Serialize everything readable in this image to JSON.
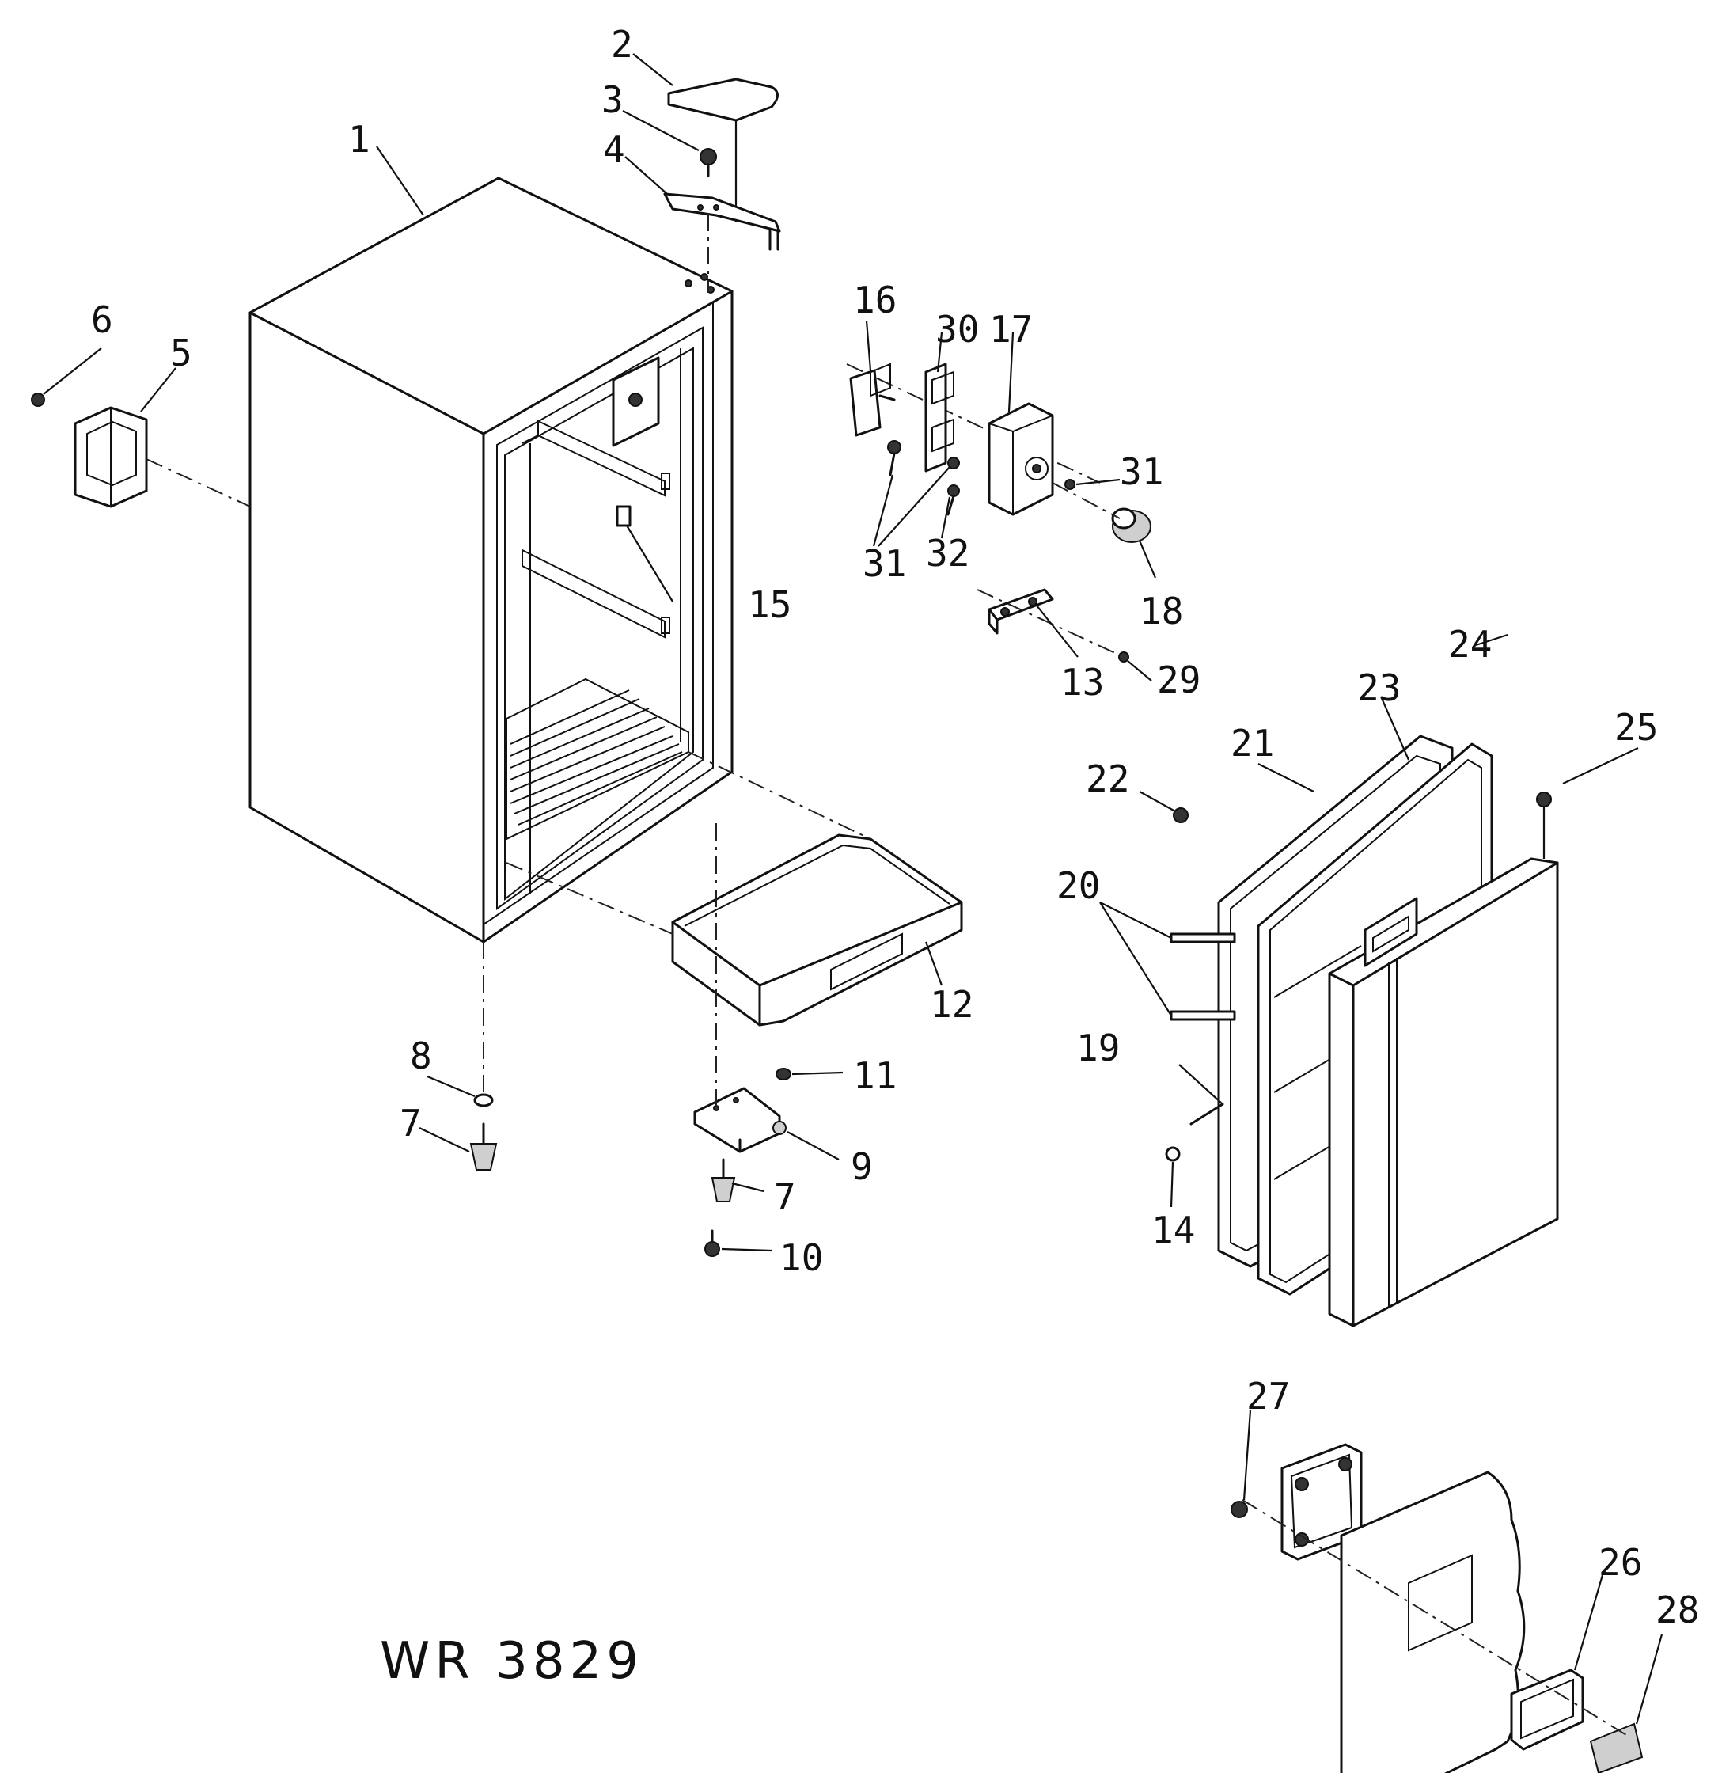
{
  "drawing_code": "WR 3829",
  "callouts": [
    {
      "id": "p1",
      "text": "1"
    },
    {
      "id": "p2",
      "text": "2"
    },
    {
      "id": "p3",
      "text": "3"
    },
    {
      "id": "p4",
      "text": "4"
    },
    {
      "id": "p5",
      "text": "5"
    },
    {
      "id": "p6",
      "text": "6"
    },
    {
      "id": "p7a",
      "text": "7"
    },
    {
      "id": "p7b",
      "text": "7"
    },
    {
      "id": "p8",
      "text": "8"
    },
    {
      "id": "p9",
      "text": "9"
    },
    {
      "id": "p10",
      "text": "10"
    },
    {
      "id": "p11",
      "text": "11"
    },
    {
      "id": "p12",
      "text": "12"
    },
    {
      "id": "p13",
      "text": "13"
    },
    {
      "id": "p14",
      "text": "14"
    },
    {
      "id": "p15",
      "text": "15"
    },
    {
      "id": "p16",
      "text": "16"
    },
    {
      "id": "p17",
      "text": "17"
    },
    {
      "id": "p18",
      "text": "18"
    },
    {
      "id": "p19",
      "text": "19"
    },
    {
      "id": "p20",
      "text": "20"
    },
    {
      "id": "p21",
      "text": "21"
    },
    {
      "id": "p22",
      "text": "22"
    },
    {
      "id": "p23",
      "text": "23"
    },
    {
      "id": "p24",
      "text": "24"
    },
    {
      "id": "p25",
      "text": "25"
    },
    {
      "id": "p26",
      "text": "26"
    },
    {
      "id": "p27",
      "text": "27"
    },
    {
      "id": "p28",
      "text": "28"
    },
    {
      "id": "p29",
      "text": "29"
    },
    {
      "id": "p30",
      "text": "30"
    },
    {
      "id": "p31a",
      "text": "31"
    },
    {
      "id": "p31b",
      "text": "31"
    },
    {
      "id": "p32",
      "text": "32"
    }
  ]
}
